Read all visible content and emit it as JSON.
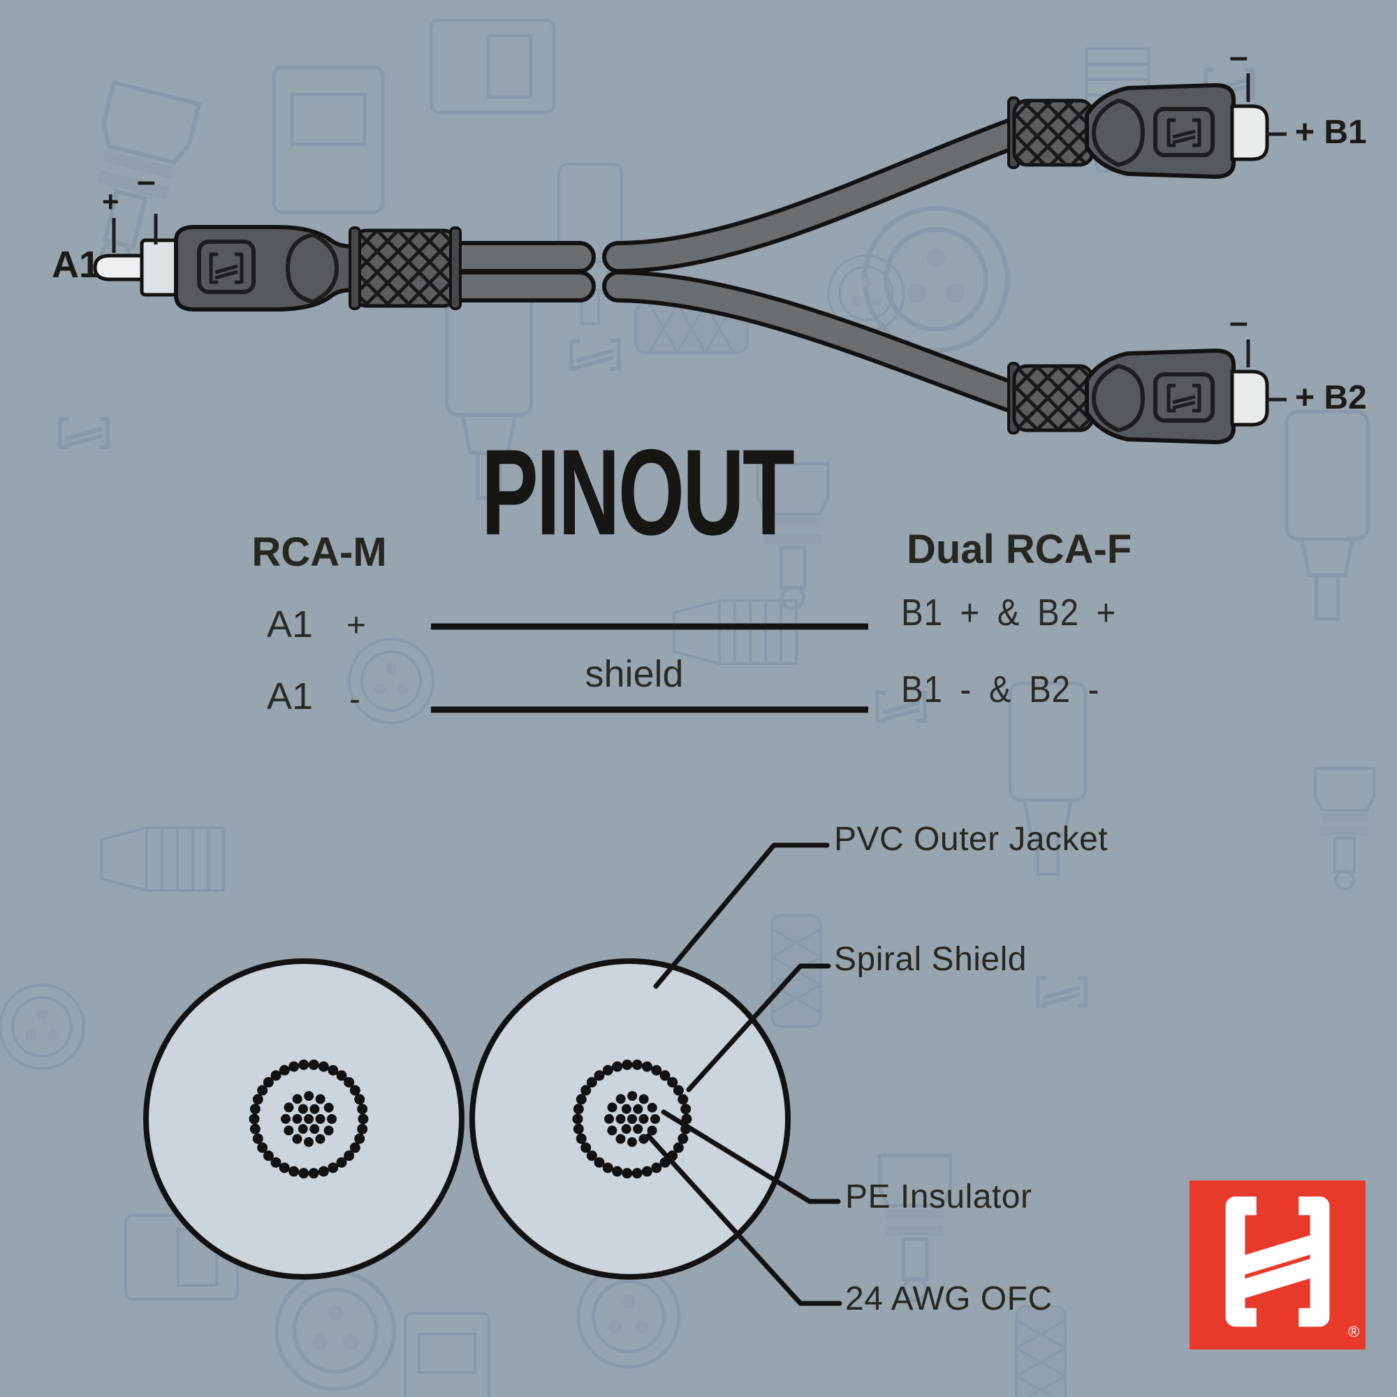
{
  "colors": {
    "background": "#97A5B1",
    "ink": "#161613",
    "cable_gray": "#6B6E70",
    "connector_gray": "#56595D",
    "cross_section_fill": "#CBD5DB",
    "hosa_red": "#E83A2B"
  },
  "top_diagram": {
    "a1": {
      "label": "A1",
      "plus": "+",
      "minus": "–"
    },
    "b1": {
      "label": "+ B1",
      "minus": "–"
    },
    "b2": {
      "label": "+ B2",
      "minus": "–"
    }
  },
  "pinout": {
    "title": "PINOUT",
    "left_header": "RCA-M",
    "right_header": "Dual RCA-F",
    "row1": {
      "left": "A1",
      "sign": "+",
      "right": "B1 + & B2 +"
    },
    "row2": {
      "left": "A1",
      "sign": "-",
      "wire_label": "shield",
      "right": "B1 - & B2 -"
    }
  },
  "cross_section": {
    "pvc": "PVC Outer Jacket",
    "spiral": "Spiral Shield",
    "pe": "PE Insulator",
    "awg": "24 AWG OFC"
  },
  "logo": {
    "registered": "®"
  }
}
